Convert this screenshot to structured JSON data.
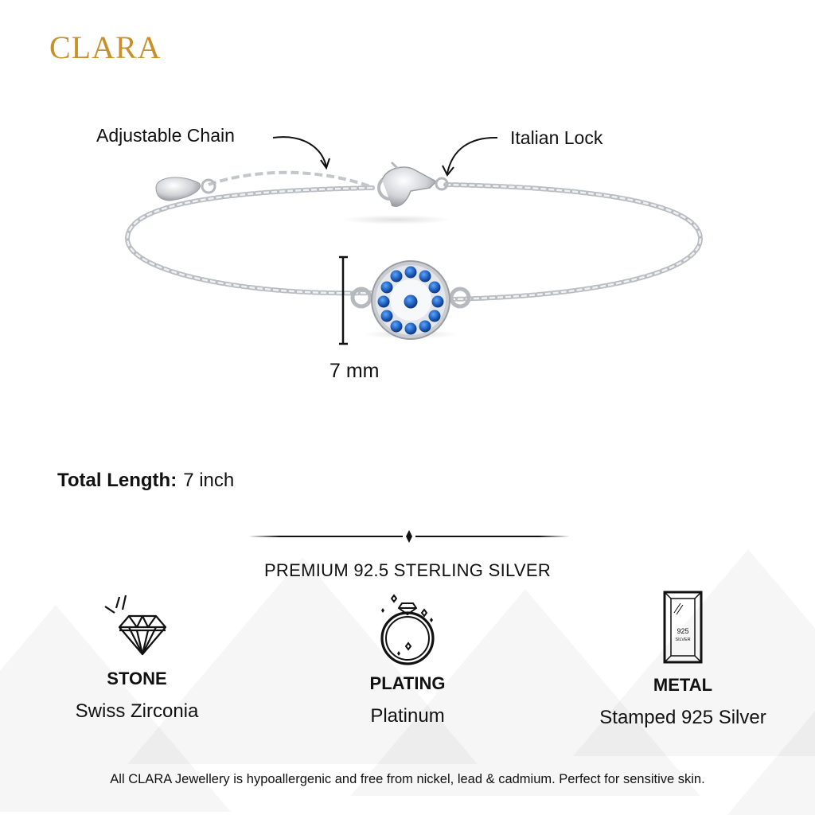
{
  "brand": {
    "logo_text": "CLARA",
    "logo_color": "#C8902A"
  },
  "callouts": {
    "adjustable_chain": "Adjustable Chain",
    "italian_lock": "Italian Lock"
  },
  "product": {
    "pendant_size": "7 mm",
    "pendant_stone_colors": {
      "blue": "#1E5BB8",
      "white": "#F2F4F7",
      "metal": "#C9CCD1"
    }
  },
  "total_length": {
    "label": "Total Length:",
    "value": "7 inch"
  },
  "section": {
    "title": "PREMIUM 92.5 STERLING SILVER"
  },
  "features": [
    {
      "icon": "diamond-icon",
      "title": "STONE",
      "value": "Swiss Zirconia"
    },
    {
      "icon": "ring-icon",
      "title": "PLATING",
      "value": "Platinum"
    },
    {
      "icon": "silver-bar-icon",
      "title": "METAL",
      "value": "Stamped 925 Silver",
      "icon_text_1": "925",
      "icon_text_2": "SILVER"
    }
  ],
  "footer": {
    "text": "All CLARA Jewellery is hypoallergenic and free from nickel, lead & cadmium. Perfect for sensitive skin."
  }
}
